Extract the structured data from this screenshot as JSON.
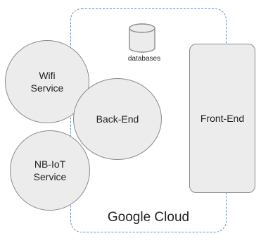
{
  "diagram": {
    "cloud": {
      "label": "Google Cloud"
    },
    "database": {
      "label": "databases",
      "icon": "database-icon"
    },
    "nodes": {
      "wifi": {
        "line1": "Wifi",
        "line2": "Service"
      },
      "backend": {
        "label": "Back-End"
      },
      "nbiot": {
        "line1": "NB-IoT",
        "line2": "Service"
      },
      "frontend": {
        "label": "Front-End"
      }
    }
  },
  "colors": {
    "cloud_border": "#5b8fc9",
    "node_fill": "#ececec",
    "node_border": "#8a8a8a"
  }
}
